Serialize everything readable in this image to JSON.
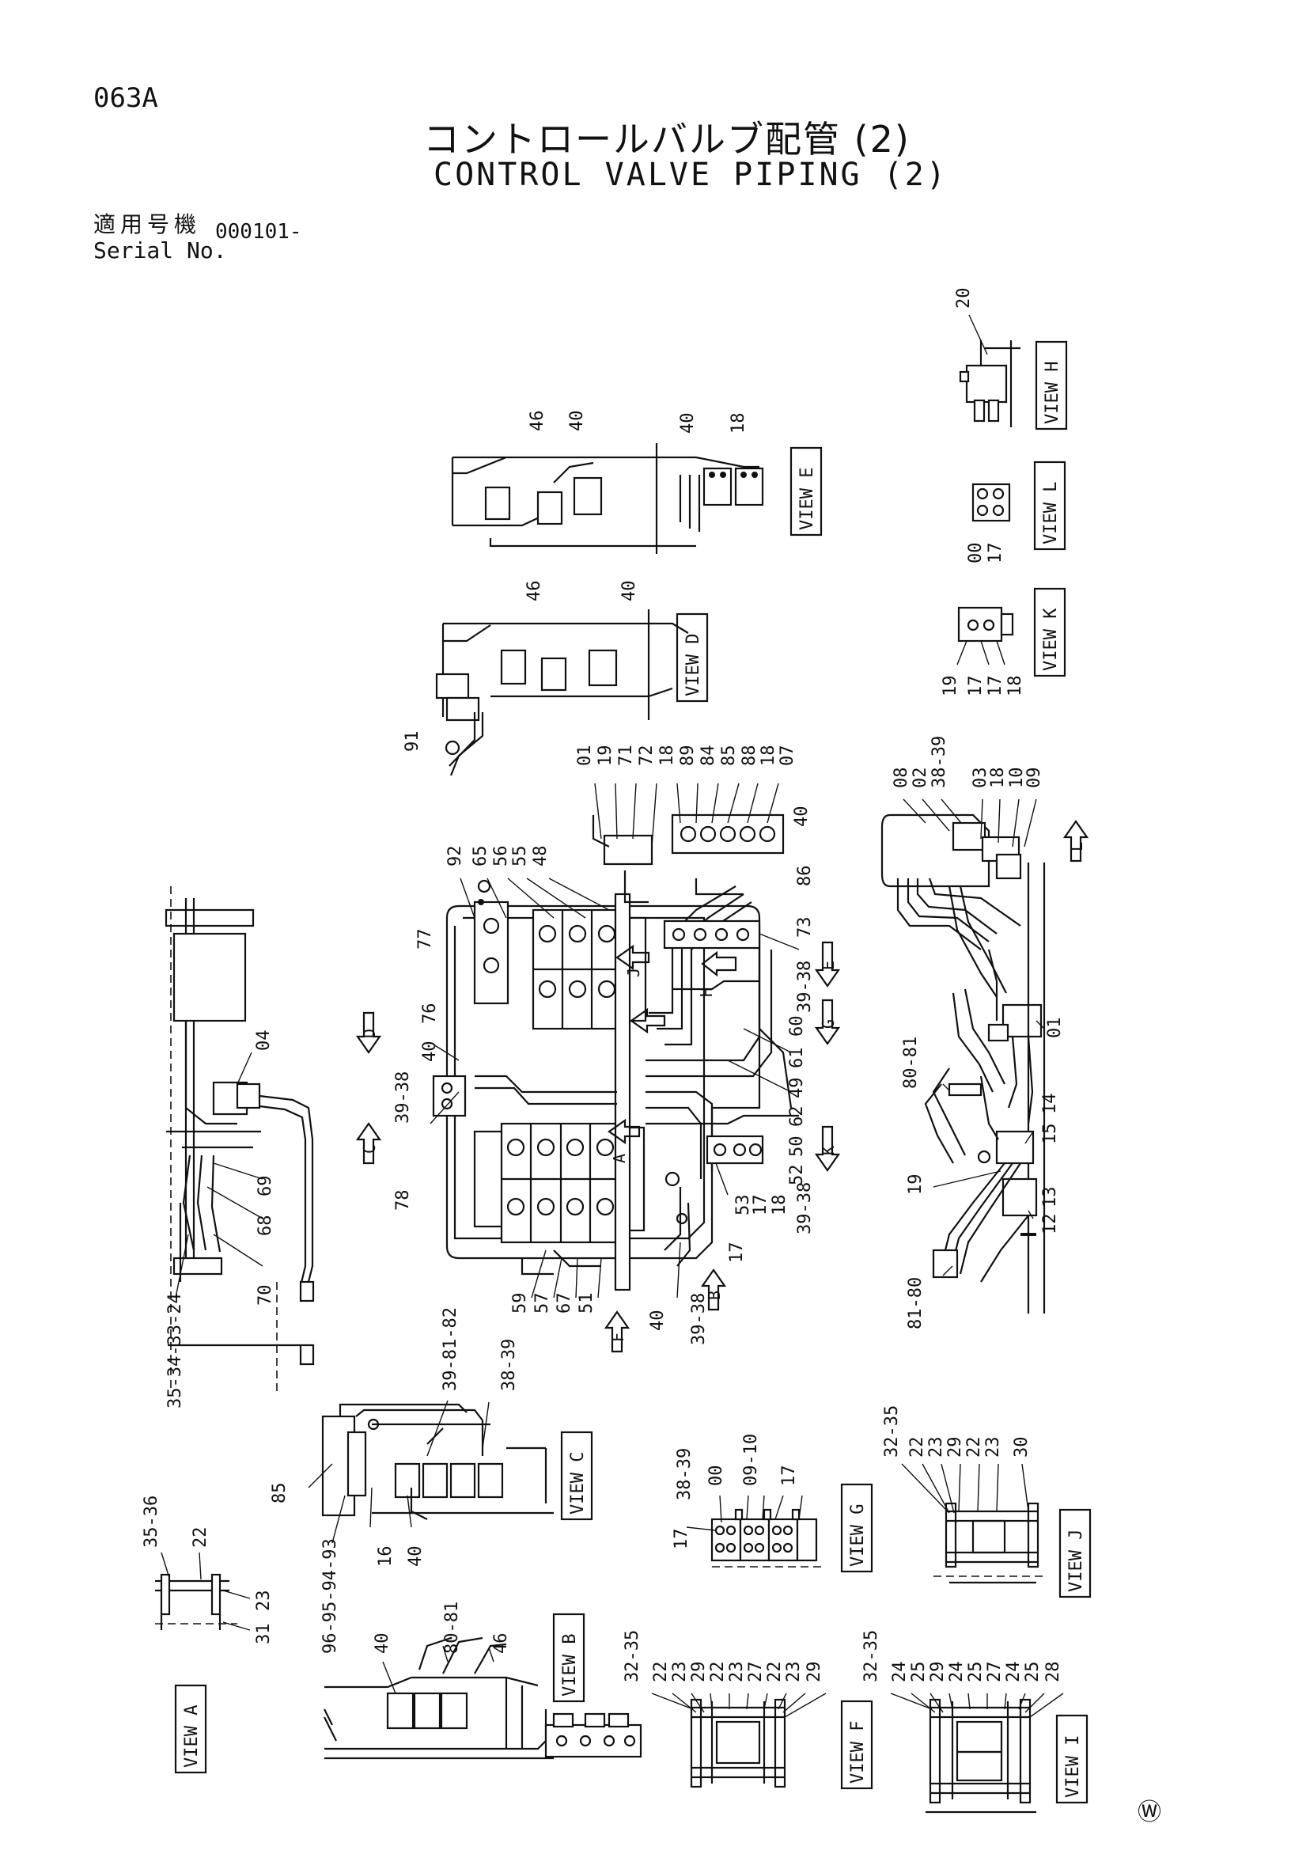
{
  "header": {
    "page_code": "063A",
    "title_jp": "コントロールバルブ配管 (2)",
    "title_en": "CONTROL VALVE PIPING (2)",
    "serial_label_jp": "適用号機",
    "serial_label_en": "Serial No.",
    "serial_value": "000101-"
  },
  "views": {
    "A": "VIEW A",
    "B": "VIEW B",
    "C": "VIEW C",
    "D": "VIEW D",
    "E": "VIEW E",
    "F": "VIEW F",
    "G": "VIEW G",
    "H": "VIEW H",
    "I": "VIEW I",
    "J": "VIEW J",
    "K": "VIEW K",
    "L": "VIEW L"
  },
  "arrows": [
    "A",
    "B",
    "C",
    "D",
    "E",
    "F",
    "G",
    "H",
    "J",
    "K",
    "L"
  ],
  "callouts": {
    "view_h": [
      "20"
    ],
    "view_e": [
      "46",
      "40",
      "40",
      "18"
    ],
    "view_l": [
      "00",
      "17"
    ],
    "view_d": [
      "46",
      "40",
      "91"
    ],
    "view_k": [
      "19",
      "17",
      "17",
      "18"
    ],
    "main_top": [
      "01",
      "19",
      "71",
      "72",
      "18",
      "89",
      "84",
      "85",
      "88",
      "18",
      "07",
      "40",
      "92",
      "65",
      "56",
      "55",
      "48",
      "86",
      "73",
      "77",
      "76",
      "40",
      "39-38",
      "78",
      "39-38",
      "60",
      "61",
      "49",
      "62",
      "50",
      "52",
      "53",
      "17",
      "18",
      "39-38",
      "59",
      "57",
      "67",
      "51",
      "40",
      "39-38",
      "17"
    ],
    "right": [
      "08",
      "02",
      "38-39",
      "03",
      "18",
      "10",
      "09",
      "01",
      "80-81",
      "15",
      "14",
      "19",
      "12",
      "13",
      "81-80"
    ],
    "left": [
      "04",
      "69",
      "68",
      "70",
      "35-34-33-24"
    ],
    "view_c": [
      "39-81-82",
      "38-39",
      "85",
      "16",
      "40",
      "96-95-94-93"
    ],
    "view_a": [
      "35-36",
      "22",
      "23",
      "31"
    ],
    "view_g": [
      "38-39",
      "00",
      "09-10",
      "17",
      "17"
    ],
    "view_j": [
      "32-35",
      "22",
      "23",
      "29",
      "22",
      "23",
      "30"
    ],
    "view_b": [
      "40",
      "80-81",
      "46"
    ],
    "view_f": [
      "32-35",
      "22",
      "23",
      "29",
      "22",
      "23",
      "27",
      "22",
      "23",
      "29"
    ],
    "view_i": [
      "32-35",
      "24",
      "25",
      "29",
      "24",
      "25",
      "27",
      "24",
      "25",
      "28"
    ]
  },
  "maker_mark": "Ⓦ"
}
